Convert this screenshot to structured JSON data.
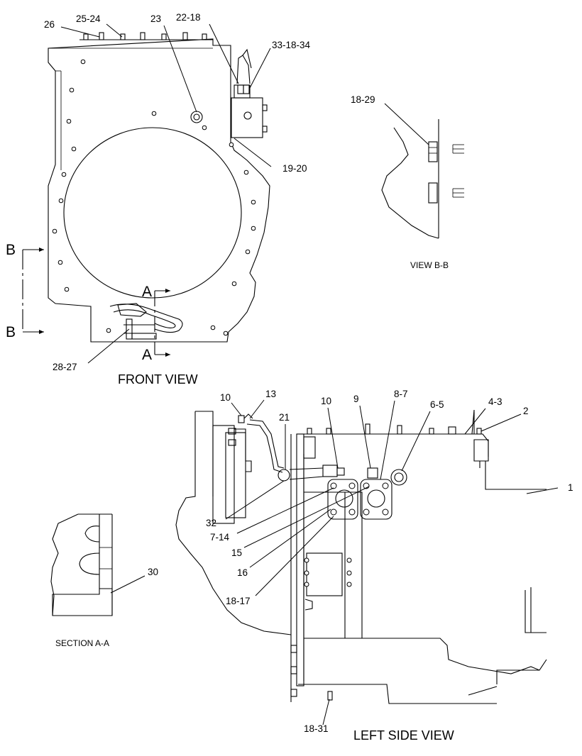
{
  "views": {
    "front": "FRONT VIEW",
    "left_side": "LEFT SIDE VIEW",
    "view_b": "VIEW B-B",
    "section_a": "SECTION A-A"
  },
  "section_marks": {
    "a": "A",
    "b": "B"
  },
  "callouts": {
    "front": [
      "26",
      "25-24",
      "23",
      "22-18",
      "33-18-34",
      "19-20",
      "28-27"
    ],
    "view_b": [
      "18-29"
    ],
    "section_a": [
      "30"
    ],
    "left_side": [
      "10",
      "13",
      "21",
      "10",
      "9",
      "8-7",
      "6-5",
      "4-3",
      "2",
      "1",
      "32",
      "7-14",
      "15",
      "16",
      "18-17",
      "18-31"
    ]
  }
}
